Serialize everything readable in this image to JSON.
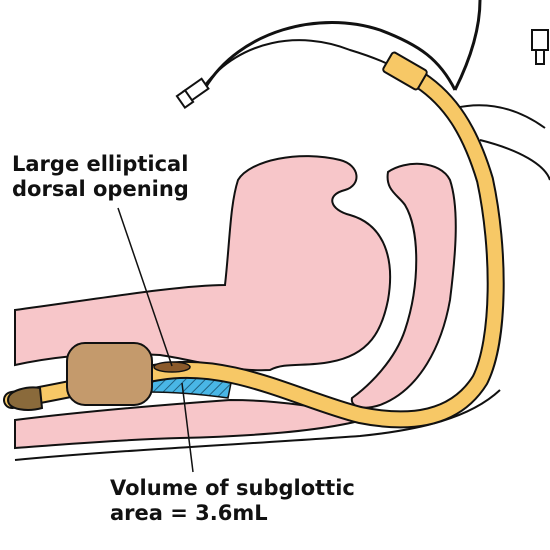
{
  "labels": {
    "dorsal_opening": {
      "line1": "Large elliptical",
      "line2": "dorsal opening"
    },
    "subglottic_volume": {
      "line1": "Volume of subglottic",
      "line2": "area = 3.6mL"
    }
  },
  "colors": {
    "tissue": "#f7c6c9",
    "tube": "#f7c866",
    "cuff": "#c49a6c",
    "subglottic_hatch": "#49b6e6",
    "outline": "#111111"
  }
}
